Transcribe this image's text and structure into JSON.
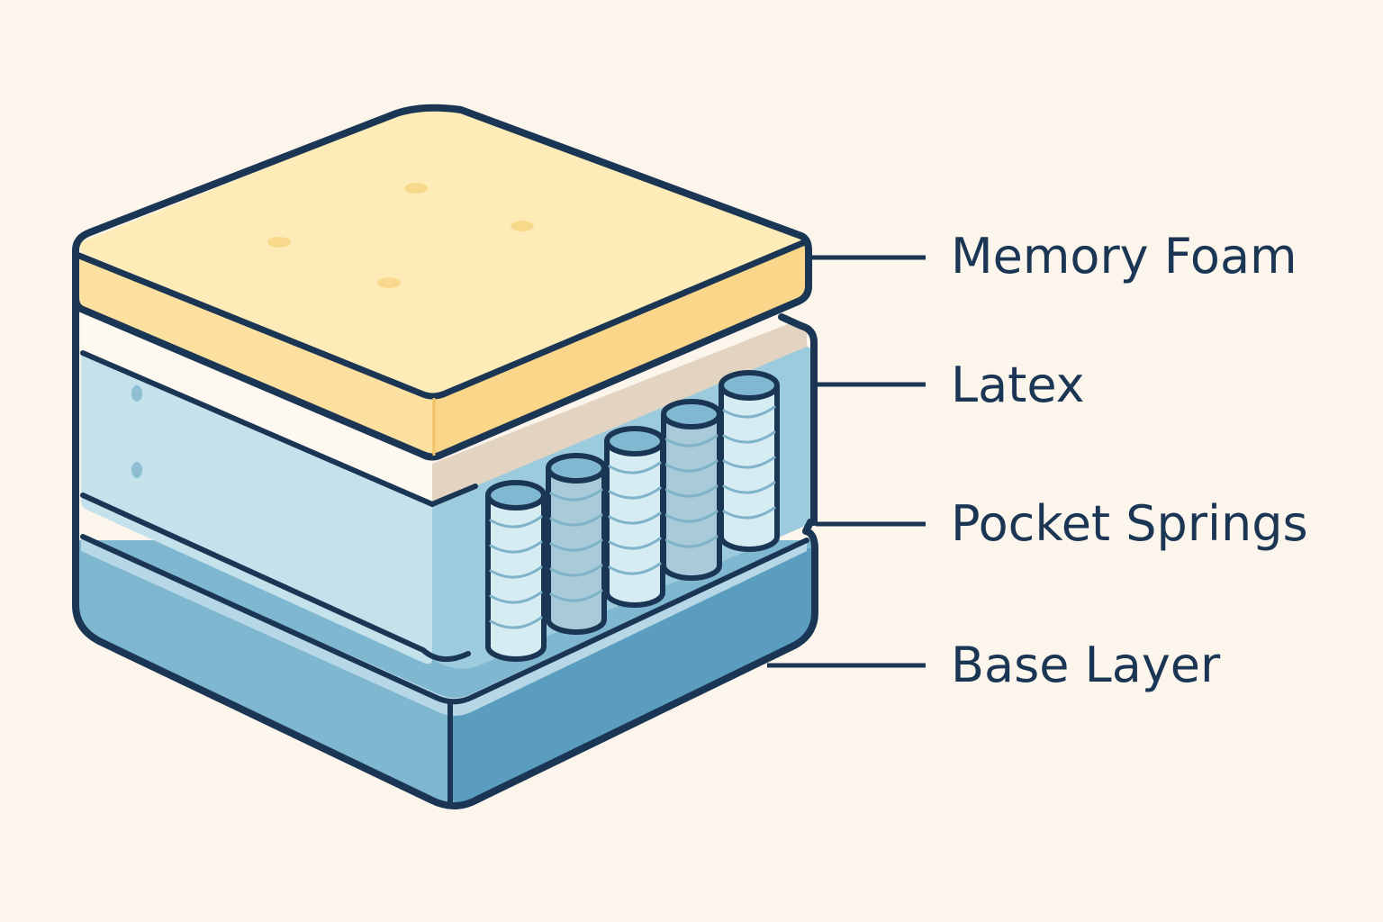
{
  "labels": {
    "memory_foam": "Memory Foam",
    "latex": "Latex",
    "pocket_springs": "Pocket Springs",
    "base_layer": "Base Layer"
  },
  "colors": {
    "background": "#fbf5ec",
    "outline": "#1b3654",
    "memory_foam_top": "#fdecb8",
    "memory_foam_side": "#f9d68a",
    "latex": "#e3d4c2",
    "white_layer": "#fdf9f1",
    "springs_body": "#c3e2ec",
    "springs_side": "#9ccbdd",
    "spring_coil_light": "#d6ecf3",
    "spring_coil_dark": "#a9cad8",
    "base_front": "#7fb6d0",
    "base_side": "#5b9dbe",
    "label_text": "#1b3654"
  }
}
